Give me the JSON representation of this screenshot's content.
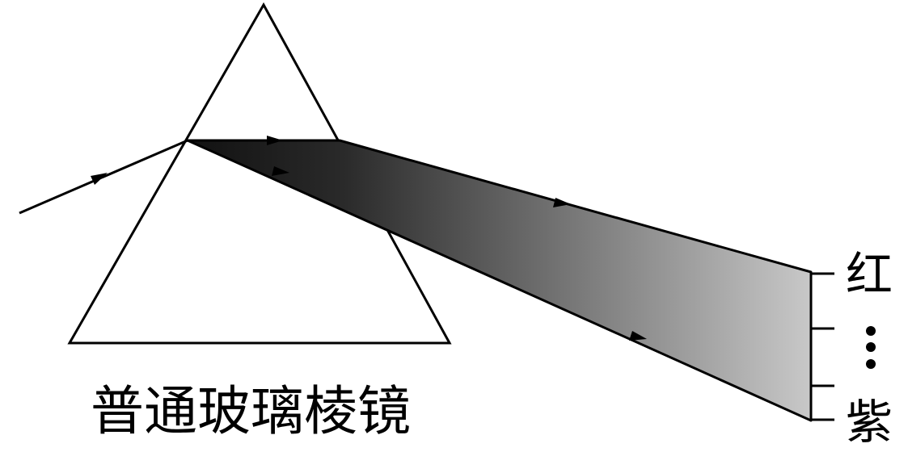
{
  "caption": "普通玻璃棱镜",
  "spectrum": {
    "top_label": "红",
    "middle_label": "⋮",
    "bottom_label": "紫"
  },
  "colors": {
    "stroke": "#000000",
    "beam_dark": "#111111",
    "beam_light": "#c8c8c8"
  }
}
